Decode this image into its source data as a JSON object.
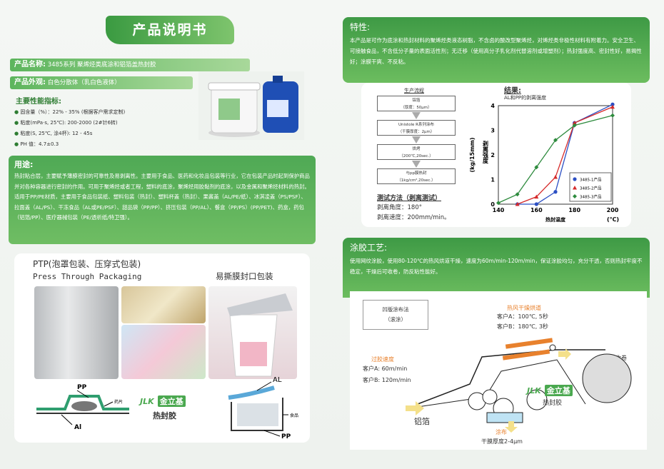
{
  "title": "产品说明书",
  "product_name_label": "产品名称:",
  "product_name_value": "3485系列 聚烯烃类底涂和铝箔盖热封胶",
  "appearance_label": "产品外观:",
  "appearance_value": "白色分散体（乳白色液体）",
  "specs_title": "主要性能指标:",
  "specs": [
    "固含量（%）：22% - 35% (根据客户需求定制)",
    "粘度(mPa·s, 25℃): 200-2000 (2#针6转)",
    "粘度(S, 25℃, 涂4杯): 12 - 45s",
    "PH 值：4.7±0.3"
  ],
  "use_title": "用途:",
  "use_text": "热封粘合层，主要赋予薄膜密封的可靠性及易剥离性。主要用于食品、医药和化妆品包装等行业，它在包装产品时起到保护商品并对各种容器进行密封的作用。可用于聚烯烃或者工程，塑料的底涂，聚烯烃用胶黏剂的底涂，以及金属和聚烯烃材料的热封。适用于PP/PE材质，主要用于食品包装纸、塑料包装（热封）、塑料杯盖（热封）、果酱盖（AL/PE/纸）、冰淇凌盖（PS/PSF）、拉面盖（AL/PS）、干冻食品（AL或PE/PSF）、甜品袋（PP/PP）、挤压包装（PP/AL）、餐盒（PP/PS）(PP/PET)、药盒，药包（铝箔/PP）、医疗器械包装（PE/透析纸/特卫强）。",
  "ptp_title": "PTP(泡罩包装、压穿式包装)",
  "ptp_subtitle": "Press Through Packaging",
  "peel_title": "易撕膜封口包装",
  "ptp_labels": {
    "pp": "PP",
    "pill": "药片",
    "al": "Al"
  },
  "peel_labels": {
    "al": "AL",
    "food": "食品",
    "pp": "PP"
  },
  "logo_text": "金立基",
  "logo_letters": "JLK",
  "heat_seal_label": "热封胶",
  "features_title": "特性:",
  "features_text": "本产品是可作为底涂和热封材料的聚烯烃类液态树脂，不含卤的酸改型聚烯烃，对烯烃类非极性材料有附着力。安全卫生、可接触食品，不含低分子量的表面活性剂；无迁移（使用高分子乳化剂代替溶剂或增塑剂）；热封强度高、密封性好，易揭性好；涂膜干爽、不反粘。",
  "flow_title": "生产流程",
  "flow_steps": [
    {
      "l1": "铝箔",
      "l2": "（厚度：50μm）"
    },
    {
      "l1": "Unistole R系列涂布",
      "l2": "（干膜厚度：2μm）"
    },
    {
      "l1": "烘烤",
      "l2": "（200℃,20sec.）"
    },
    {
      "l1": "与pp膜热封",
      "l2": "（1kg/cm²,20sec.）"
    }
  ],
  "test_method_title": "测试方法（剥离测试）",
  "peel_angle": "剥离角度：180°",
  "peel_speed": "剥离速度：200mm/min。",
  "result_title": "结果:",
  "chart_data": {
    "type": "line",
    "title": "AL和PP的剥离强度",
    "xlabel": "热封温度",
    "xunit": "(℃)",
    "ylabel": "剥离强度",
    "yunit": "(kg/15mm)",
    "xlim": [
      140,
      200
    ],
    "ylim": [
      0,
      4
    ],
    "xticks": [
      140,
      160,
      180,
      200
    ],
    "yticks": [
      0,
      1,
      2,
      3,
      4
    ],
    "legend_position": "bottom-right",
    "series": [
      {
        "name": "3485-1产品",
        "color": "#2b4fc4",
        "marker": "circle",
        "x": [
          150,
          160,
          170,
          180,
          200
        ],
        "y": [
          0.0,
          0.0,
          0.5,
          3.3,
          4.05
        ]
      },
      {
        "name": "3485-2产品",
        "color": "#d62a2a",
        "marker": "triangle",
        "x": [
          150,
          160,
          170,
          180,
          200
        ],
        "y": [
          0.0,
          0.3,
          1.1,
          3.3,
          3.95
        ]
      },
      {
        "name": "3485-3产品",
        "color": "#2e8b3e",
        "marker": "diamond",
        "x": [
          140,
          150,
          160,
          170,
          180,
          200
        ],
        "y": [
          0.05,
          0.4,
          1.5,
          2.6,
          3.2,
          3.6
        ]
      }
    ]
  },
  "coating_title": "涂胶工艺:",
  "coating_text": "使用网纹涂胶，使用80-120℃的热风烘道干燥，速度为60m/min-120m/min，保证涂胶均匀，充分干透，否则热封牢度不稳定，干燥后可收卷，防反粘性能好。",
  "gravure_label_1": "凹版涂布法",
  "gravure_label_2": "（滚涂）",
  "oven_title": "热风干燥烘道",
  "oven_a": "客户A：100℃, 5秒",
  "oven_b": "客户B：180℃, 3秒",
  "speed_title": "过胶速度",
  "speed_a": "客户A: 60m/min",
  "speed_b": "客户B: 120m/min",
  "rewind_label": "收卷",
  "foil_label": "铝箔",
  "coat_label": "涂布",
  "dry_thickness": "干膜厚度2-4μm",
  "colors": {
    "accent": "#4aa84f",
    "orange": "#e8812d",
    "blue": "#2b4fc4"
  }
}
